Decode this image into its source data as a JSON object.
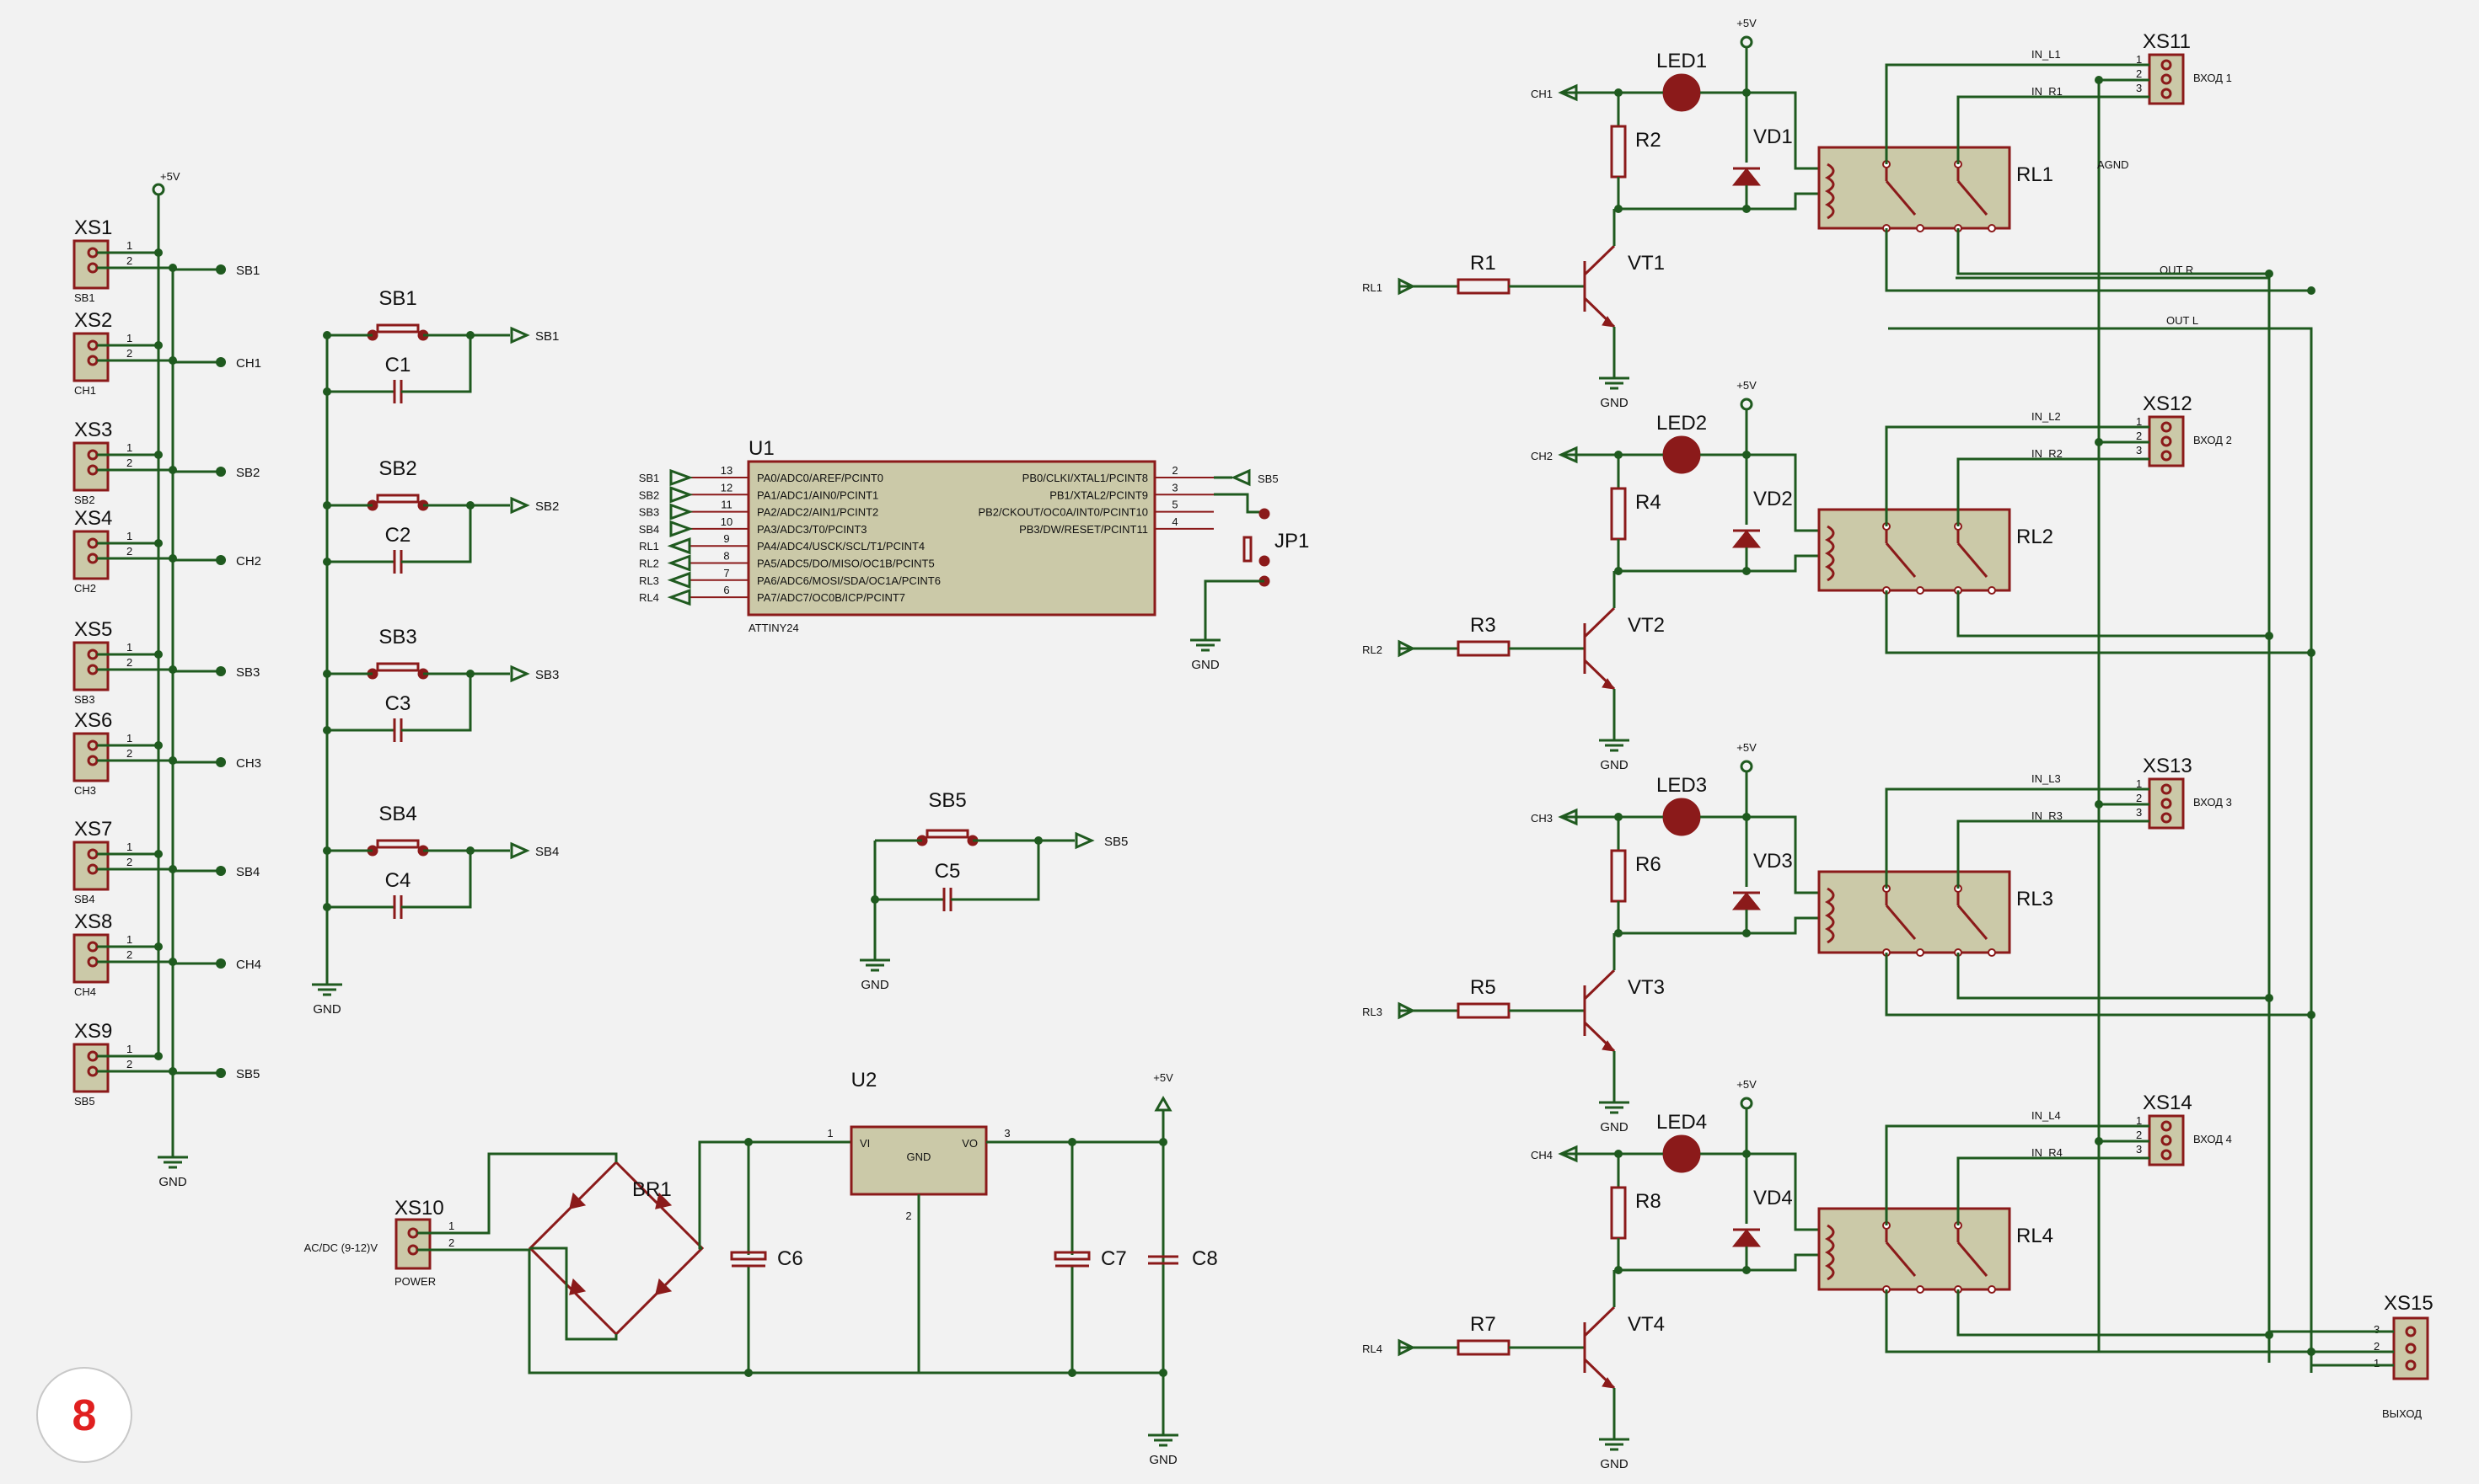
{
  "figure_number": "8",
  "labels": {
    "plus5v": "+5V",
    "gnd": "GND",
    "agnd": "AGND",
    "pin1": "1",
    "pin2": "2",
    "pin3": "3",
    "pin4": "4"
  },
  "connectors_left": [
    {
      "ref": "XS1",
      "sub": "SB1",
      "net": "SB1"
    },
    {
      "ref": "XS2",
      "sub": "CH1",
      "net": "CH1"
    },
    {
      "ref": "XS3",
      "sub": "SB2",
      "net": "SB2"
    },
    {
      "ref": "XS4",
      "sub": "CH2",
      "net": "CH2"
    },
    {
      "ref": "XS5",
      "sub": "SB3",
      "net": "SB3"
    },
    {
      "ref": "XS6",
      "sub": "CH3",
      "net": "CH3"
    },
    {
      "ref": "XS7",
      "sub": "SB4",
      "net": "SB4"
    },
    {
      "ref": "XS8",
      "sub": "CH4",
      "net": "CH4"
    },
    {
      "ref": "XS9",
      "sub": "SB5",
      "net": "SB5"
    }
  ],
  "buttons": [
    {
      "sw": "SB1",
      "cap": "C1",
      "net": "SB1"
    },
    {
      "sw": "SB2",
      "cap": "C2",
      "net": "SB2"
    },
    {
      "sw": "SB3",
      "cap": "C3",
      "net": "SB3"
    },
    {
      "sw": "SB4",
      "cap": "C4",
      "net": "SB4"
    }
  ],
  "sb5": {
    "sw": "SB5",
    "cap": "C5",
    "net": "SB5"
  },
  "mcu": {
    "ref": "U1",
    "part": "ATTINY24",
    "left_pins": [
      {
        "net": "SB1",
        "num": "13",
        "name": "PA0/ADC0/AREF/PCINT0"
      },
      {
        "net": "SB2",
        "num": "12",
        "name": "PA1/ADC1/AIN0/PCINT1"
      },
      {
        "net": "SB3",
        "num": "11",
        "name": "PA2/ADC2/AIN1/PCINT2"
      },
      {
        "net": "SB4",
        "num": "10",
        "name": "PA3/ADC3/T0/PCINT3"
      },
      {
        "net": "RL1",
        "num": "9",
        "name": "PA4/ADC4/USCK/SCL/T1/PCINT4"
      },
      {
        "net": "RL2",
        "num": "8",
        "name": "PA5/ADC5/DO/MISO/OC1B/PCINT5"
      },
      {
        "net": "RL3",
        "num": "7",
        "name": "PA6/ADC6/MOSI/SDA/OC1A/PCINT6"
      },
      {
        "net": "RL4",
        "num": "6",
        "name": "PA7/ADC7/OC0B/ICP/PCINT7"
      }
    ],
    "right_pins": [
      {
        "num": "2",
        "name": "PB0/CLKI/XTAL1/PCINT8",
        "net": "SB5"
      },
      {
        "num": "3",
        "name": "PB1/XTAL2/PCINT9",
        "net": ""
      },
      {
        "num": "5",
        "name": "PB2/CKOUT/OC0A/INT0/PCINT10",
        "net": ""
      },
      {
        "num": "4",
        "name": "PB3/DW/RESET/PCINT11",
        "net": ""
      }
    ],
    "jumper": "JP1"
  },
  "power": {
    "connector": "XS10",
    "connector_sub": "POWER",
    "input_label": "AC/DC (9-12)V",
    "bridge": "BR1",
    "regulator": "U2",
    "reg_vi": "VI",
    "reg_vo": "VO",
    "reg_gnd": "GND",
    "caps": [
      "C6",
      "C7",
      "C8"
    ]
  },
  "channels": [
    {
      "led": "LED1",
      "r_base": "R1",
      "r_led": "R2",
      "diode": "VD1",
      "relay": "RL1",
      "transistor": "VT1",
      "ctrl": "RL1",
      "ch": "CH1",
      "xs": "XS11",
      "xs_label": "ВХОД 1",
      "in_l": "IN_L1",
      "in_r": "IN_R1"
    },
    {
      "led": "LED2",
      "r_base": "R3",
      "r_led": "R4",
      "diode": "VD2",
      "relay": "RL2",
      "transistor": "VT2",
      "ctrl": "RL2",
      "ch": "CH2",
      "xs": "XS12",
      "xs_label": "ВХОД 2",
      "in_l": "IN_L2",
      "in_r": "IN_R2"
    },
    {
      "led": "LED3",
      "r_base": "R5",
      "r_led": "R6",
      "diode": "VD3",
      "relay": "RL3",
      "transistor": "VT3",
      "ctrl": "RL3",
      "ch": "CH3",
      "xs": "XS13",
      "xs_label": "ВХОД 3",
      "in_l": "IN_L3",
      "in_r": "IN_R3"
    },
    {
      "led": "LED4",
      "r_base": "R7",
      "r_led": "R8",
      "diode": "VD4",
      "relay": "RL4",
      "transistor": "VT4",
      "ctrl": "RL4",
      "ch": "CH4",
      "xs": "XS14",
      "xs_label": "ВХОД 4",
      "in_l": "IN_L4",
      "in_r": "IN_R4"
    }
  ],
  "output": {
    "ref": "XS15",
    "label": "ВЫХОД",
    "out_r": "OUT R",
    "out_l": "OUT L"
  }
}
